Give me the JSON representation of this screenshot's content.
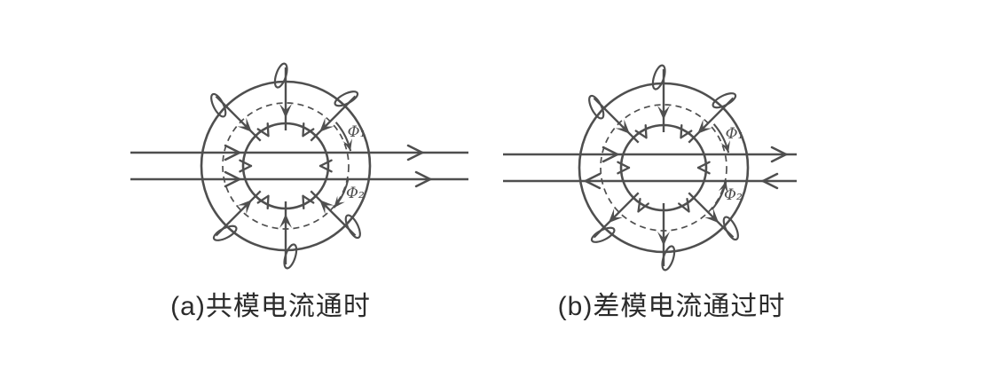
{
  "page": {
    "background": "#ffffff",
    "ink": "#4f4f4f",
    "caption_color": "#2b2b2b"
  },
  "figures": [
    {
      "id": "a",
      "caption": "(a)共模电流通时",
      "mode": "common-mode-current",
      "flux_top": {
        "label": "Φ₁",
        "direction": "clockwise"
      },
      "flux_bottom": {
        "label": "Φ₂",
        "direction": "clockwise"
      },
      "winding_arrows": {
        "top_half": "inward",
        "bottom_half": "inward"
      },
      "wires": {
        "top": {
          "in_arrow": "right",
          "out_arrow": "right"
        },
        "bottom": {
          "in_arrow": "right",
          "out_arrow": "right"
        }
      }
    },
    {
      "id": "b",
      "caption": "(b)差模电流通过时",
      "mode": "differential-mode-current",
      "flux_top": {
        "label": "Φ₁",
        "direction": "clockwise"
      },
      "flux_bottom": {
        "label": "Φ₂",
        "direction": "counterclockwise"
      },
      "winding_arrows": {
        "top_half": "inward",
        "bottom_half": "outward"
      },
      "wires": {
        "top": {
          "in_arrow": "right",
          "out_arrow": "right"
        },
        "bottom": {
          "in_arrow": "left",
          "out_arrow": "left"
        }
      }
    }
  ]
}
